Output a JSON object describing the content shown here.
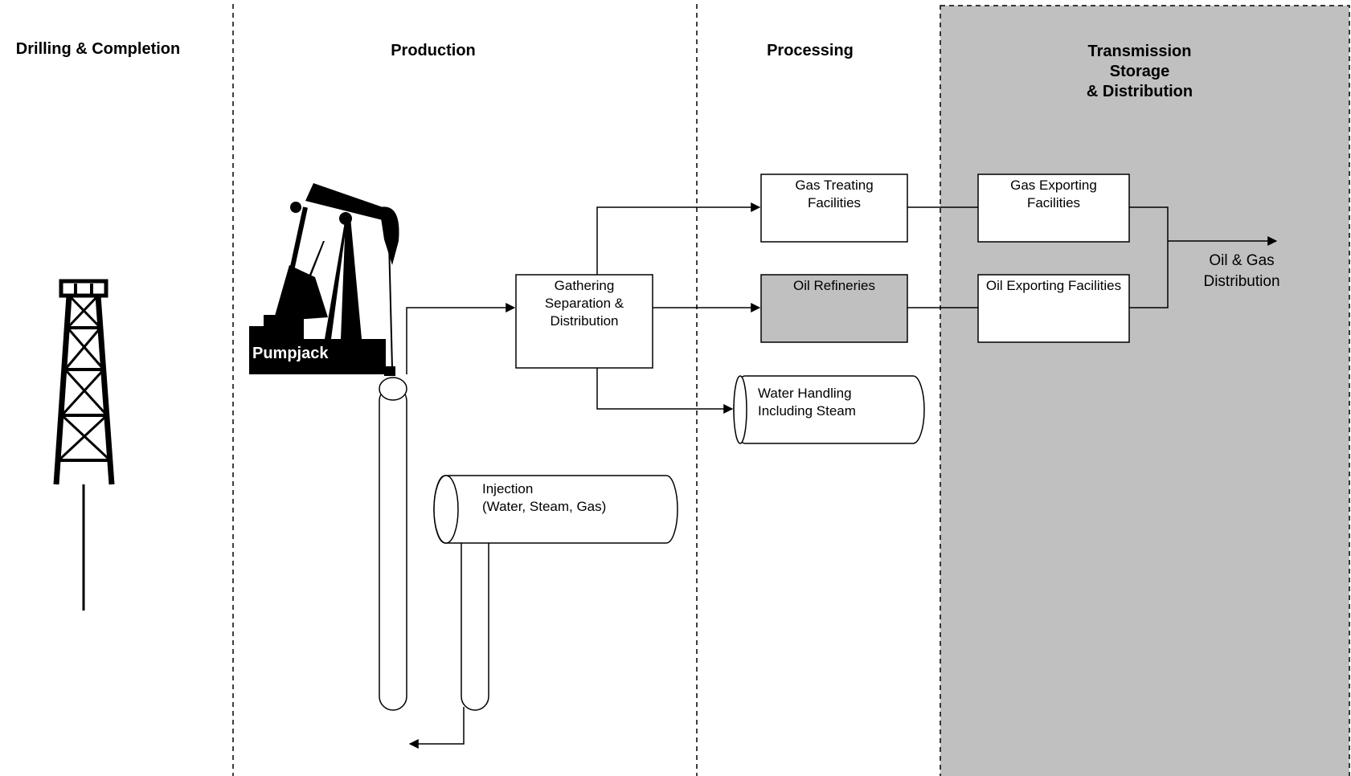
{
  "stages": {
    "drilling": "Drilling & Completion",
    "production": "Production",
    "processing": "Processing",
    "transmission": [
      "Transmission",
      "Storage",
      "& Distribution"
    ]
  },
  "equipment": {
    "pumpjack": "Pumpjack"
  },
  "boxes": {
    "gathering": [
      "Gathering",
      "Separation &",
      "Distribution"
    ],
    "gas_treating": [
      "Gas Treating",
      "Facilities"
    ],
    "oil_refineries": [
      "Oil Refineries"
    ],
    "gas_exporting": [
      "Gas Exporting",
      "Facilities"
    ],
    "oil_exporting": [
      "Oil Exporting Facilities"
    ],
    "water_handling": [
      "Water Handling",
      "Including Steam"
    ],
    "injection": [
      "Injection",
      "(Water, Steam, Gas)"
    ]
  },
  "output": [
    "Oil & Gas",
    "Distribution"
  ],
  "colors": {
    "transmission_fill": "#c0c0c0",
    "refineries_fill": "#c0c0c0",
    "line": "#000000"
  }
}
